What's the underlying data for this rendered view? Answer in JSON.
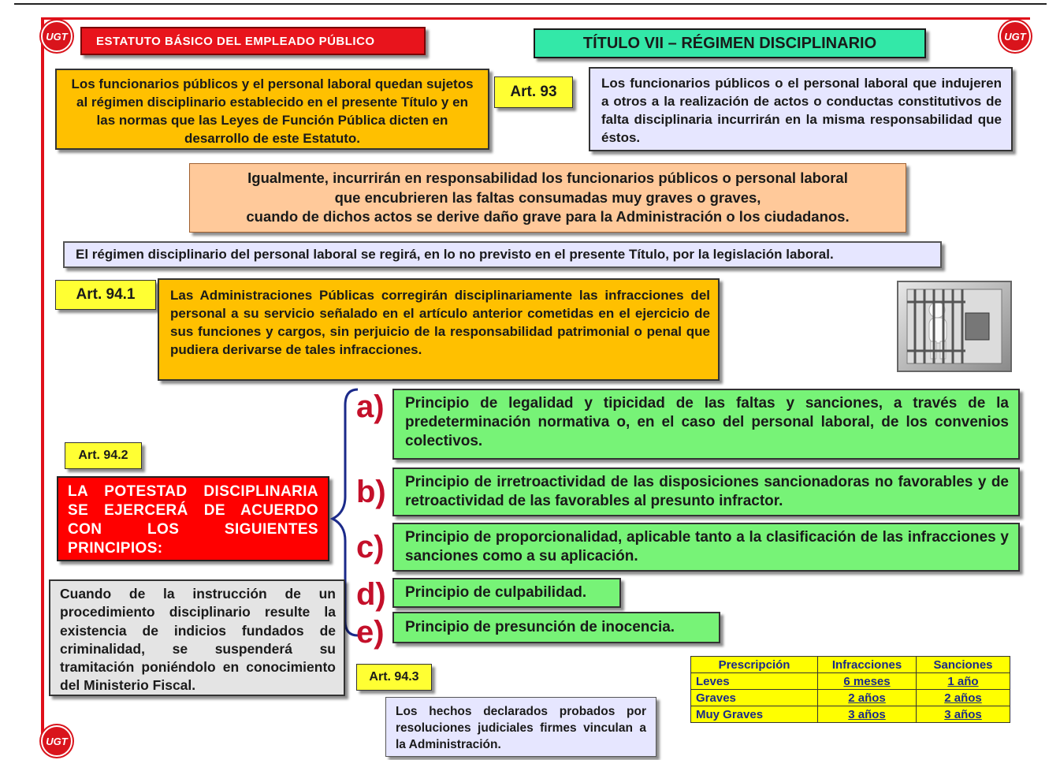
{
  "header": {
    "left_banner": "ESTATUTO BÁSICO DEL EMPLEADO PÚBLICO",
    "title": "TÍTULO VII – RÉGIMEN DISCIPLINARIO",
    "logo_text": "UGT"
  },
  "art93": {
    "tag": "Art. 93",
    "left_text": "Los funcionarios públicos y el personal laboral quedan sujetos al régimen disciplinario establecido en el presente Título y en las normas que las Leyes de Función Pública dicten en desarrollo de este Estatuto.",
    "right_text": "Los funcionarios públicos o el personal laboral que indujeren a otros a la realización de actos o conductas constitutivos de falta disciplinaria incurrirán en la misma responsabilidad que éstos.",
    "orange_line1": "Igualmente, incurrirán en responsabilidad los funcionarios públicos o personal laboral",
    "orange_line2": "que encubrieren las faltas consumadas muy graves o graves,",
    "orange_line3": "cuando de dichos actos se derive daño grave para la Administración o los ciudadanos.",
    "laboral_note": "El régimen disciplinario del personal laboral se regirá, en lo no previsto en el presente Título, por la legislación laboral."
  },
  "art94_1": {
    "tag": "Art. 94.1",
    "text": "Las Administraciones Públicas corregirán disciplinariamente las infracciones del personal a su servicio señalado en el artículo anterior cometidas en el ejercicio de sus funciones y cargos, sin perjuicio de la responsabilidad patrimonial o penal que pudiera derivarse de tales infracciones."
  },
  "art94_2": {
    "tag": "Art. 94.2",
    "heading": "LA POTESTAD DISCIPLINARIA SE EJERCERÁ DE ACUERDO CON LOS SIGUIENTES PRINCIPIOS:",
    "principles": [
      {
        "letter": "a)",
        "text": "Principio de legalidad y tipicidad de las faltas y sanciones, a través de la predeterminación normativa o, en el caso del personal laboral, de los convenios colectivos."
      },
      {
        "letter": "b)",
        "text": "Principio de irretroactividad de las disposiciones sancionadoras no favorables y de retroactividad de las favorables al presunto infractor."
      },
      {
        "letter": "c)",
        "text": "Principio de proporcionalidad, aplicable tanto a la clasificación de las infracciones y sanciones como a su aplicación."
      },
      {
        "letter": "d)",
        "text": "Principio de culpabilidad."
      },
      {
        "letter": "e)",
        "text": "Principio de presunción de inocencia."
      }
    ]
  },
  "art94_3": {
    "tag": "Art. 94.3",
    "text": "Cuando de la instrucción de un procedimiento disciplinario resulte la existencia de indicios fundados de criminalidad, se suspenderá su tramitación poniéndolo en conocimiento del Ministerio Fiscal.",
    "note": "Los hechos declarados probados por resoluciones judiciales firmes vinculan a la Administración."
  },
  "prescription_table": {
    "headers": [
      "Prescripción",
      "Infracciones",
      "Sanciones"
    ],
    "rows": [
      [
        "Leves",
        "6 meses",
        "1 año"
      ],
      [
        "Graves",
        "2 años",
        "2 años"
      ],
      [
        "Muy Graves",
        "3 años",
        "3 años"
      ]
    ]
  },
  "colors": {
    "accent_red": "#e0101a",
    "orange": "#ffc000",
    "lavender": "#e6e6ff",
    "green": "#77f377",
    "teal": "#33e0a0",
    "yellow": "#ffff33"
  },
  "icons": {
    "logo": "ugt-logo-icon",
    "prison": "prison-cell-icon"
  }
}
